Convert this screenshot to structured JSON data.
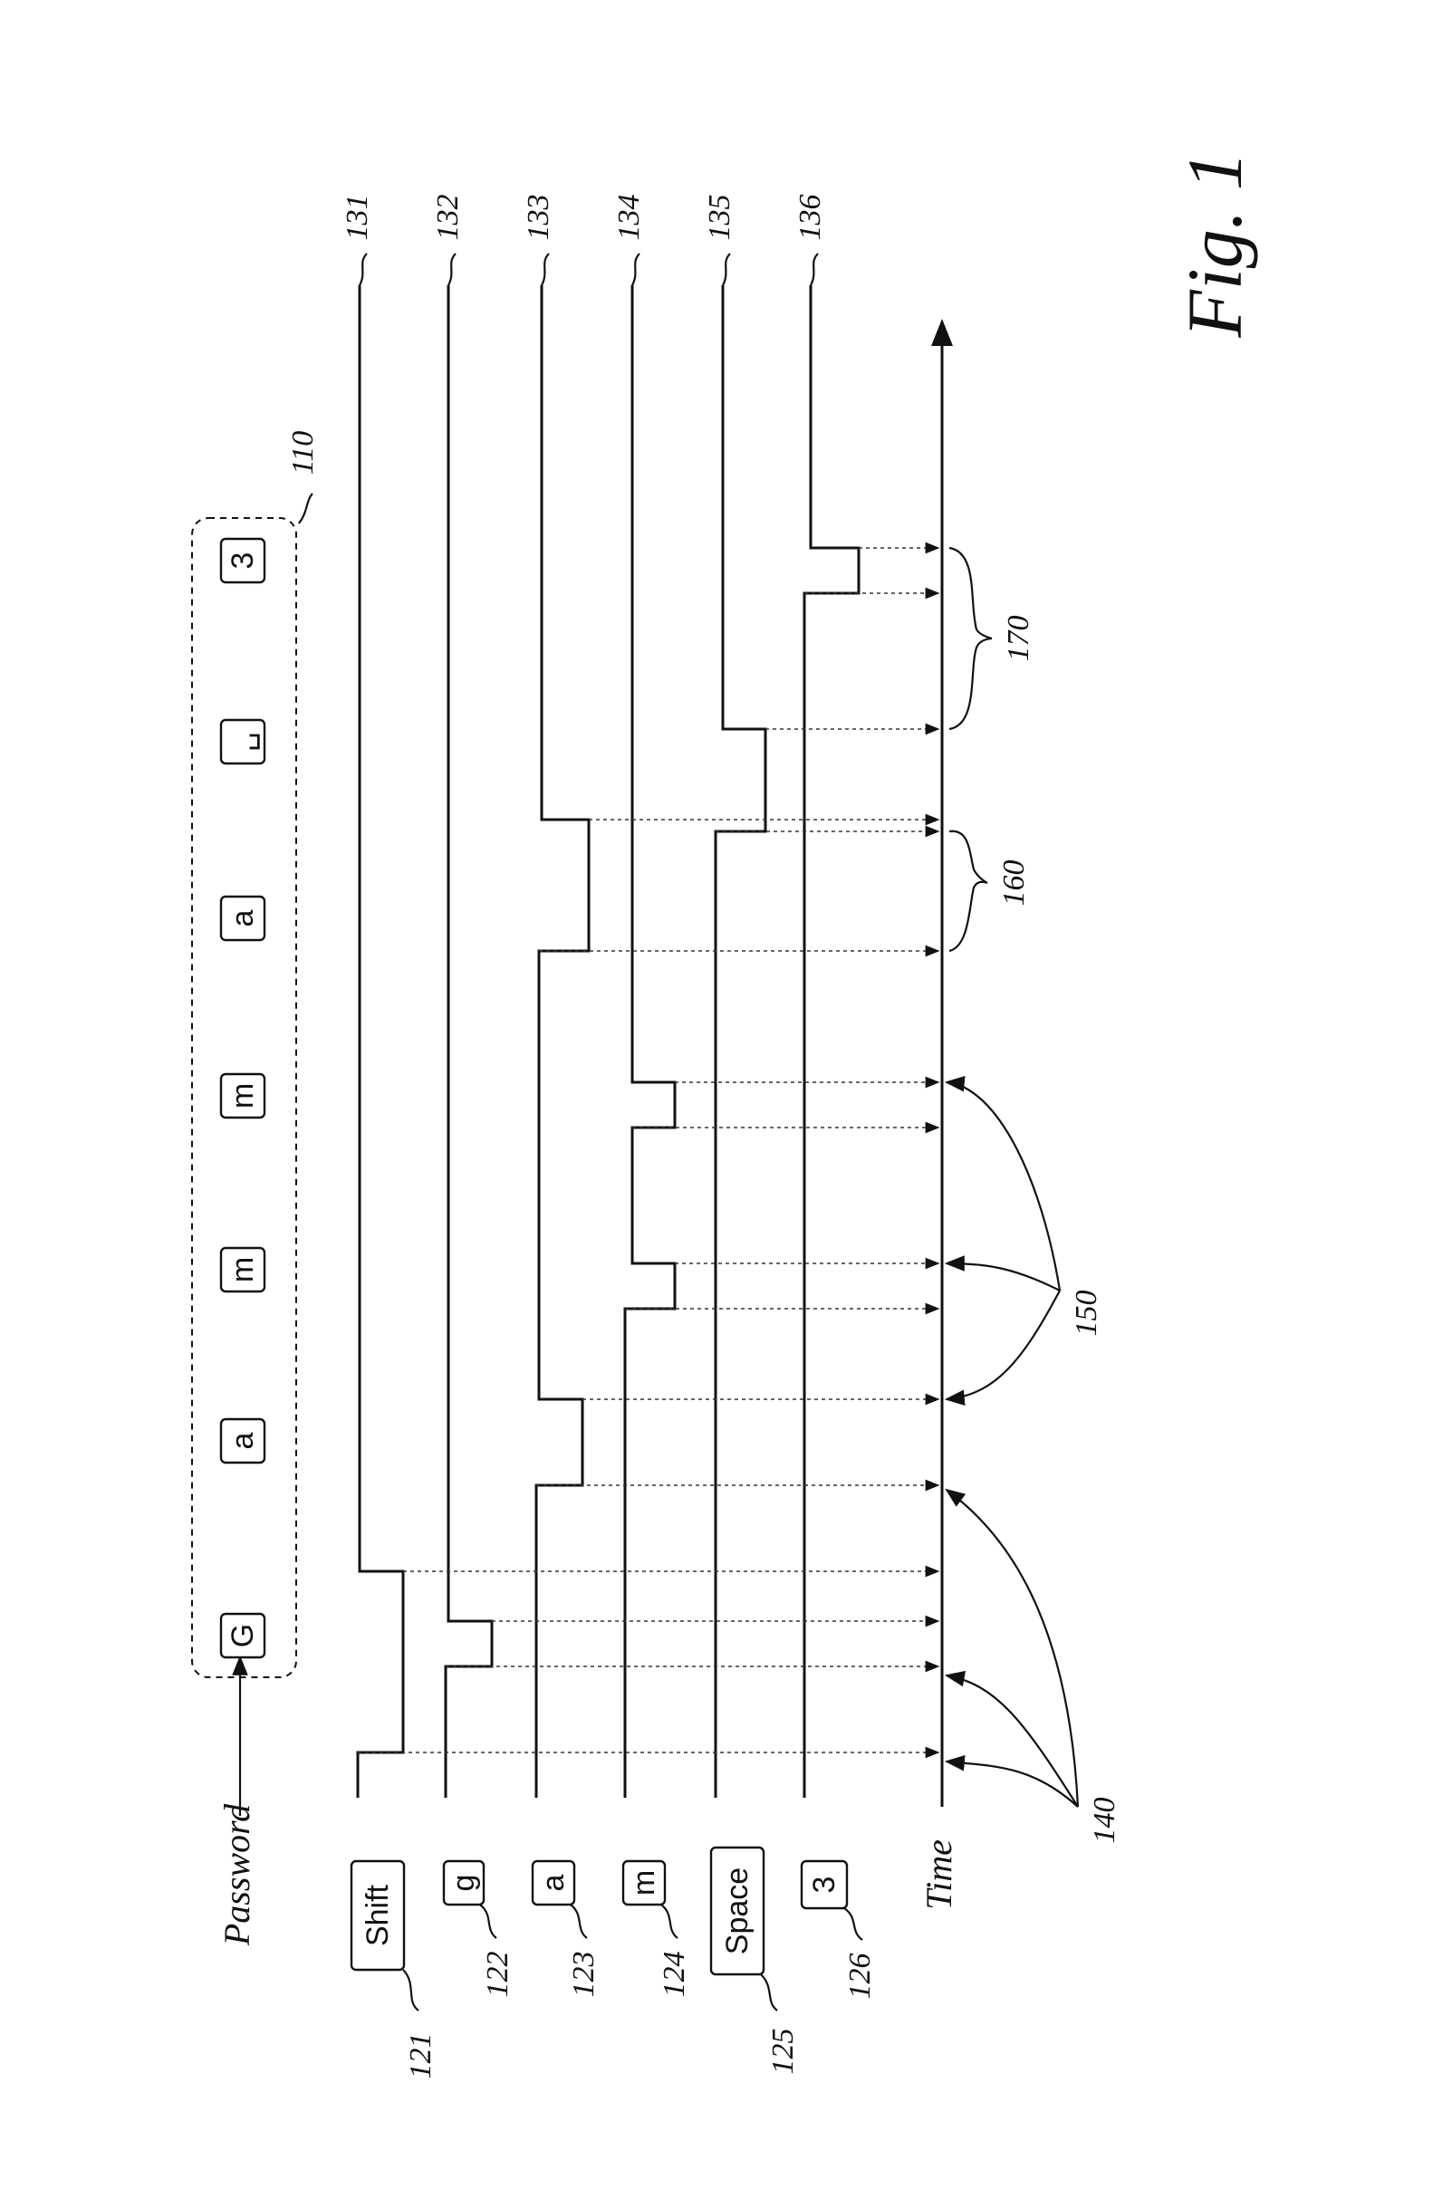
{
  "figure": {
    "password_label": "Password",
    "time_label": "Time",
    "fig_label": "Fig. 1",
    "password_keys": [
      "G",
      "a",
      "m",
      "m",
      "a",
      "␣",
      "3"
    ],
    "row_keys": [
      {
        "key": "Shift",
        "ref": "121",
        "line_ref": "131"
      },
      {
        "key": "g",
        "ref": "122",
        "line_ref": "132"
      },
      {
        "key": "a",
        "ref": "123",
        "line_ref": "133"
      },
      {
        "key": "m",
        "ref": "124",
        "line_ref": "134"
      },
      {
        "key": "Space",
        "ref": "125",
        "line_ref": "135"
      },
      {
        "key": "3",
        "ref": "126",
        "line_ref": "136"
      }
    ],
    "refs": {
      "password_box": "110",
      "group_140": "140",
      "group_150": "150",
      "group_160": "160",
      "group_170": "170"
    }
  }
}
